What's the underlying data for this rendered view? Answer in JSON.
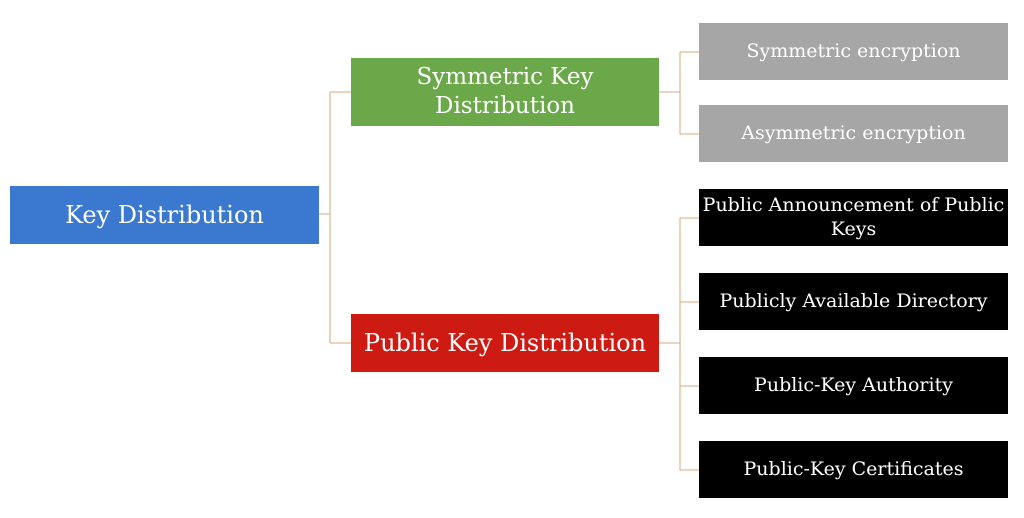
{
  "diagram": {
    "root": {
      "label": "Key Distribution"
    },
    "branches": [
      {
        "label": "Symmetric Key Distribution",
        "children": [
          "Symmetric encryption",
          "Asymmetric encryption"
        ]
      },
      {
        "label": "Public Key Distribution",
        "children": [
          "Public Announcement of Public Keys",
          "Publicly Available Directory",
          "Public-Key Authority",
          "Public-Key Certificates"
        ]
      }
    ],
    "colors": {
      "root": "#3b78cf",
      "symmetric_branch": "#6aa84a",
      "public_branch": "#cd1a12",
      "symmetric_leaves": "#a6a6a6",
      "public_leaves": "#000000",
      "connector": "#e2b896"
    }
  }
}
